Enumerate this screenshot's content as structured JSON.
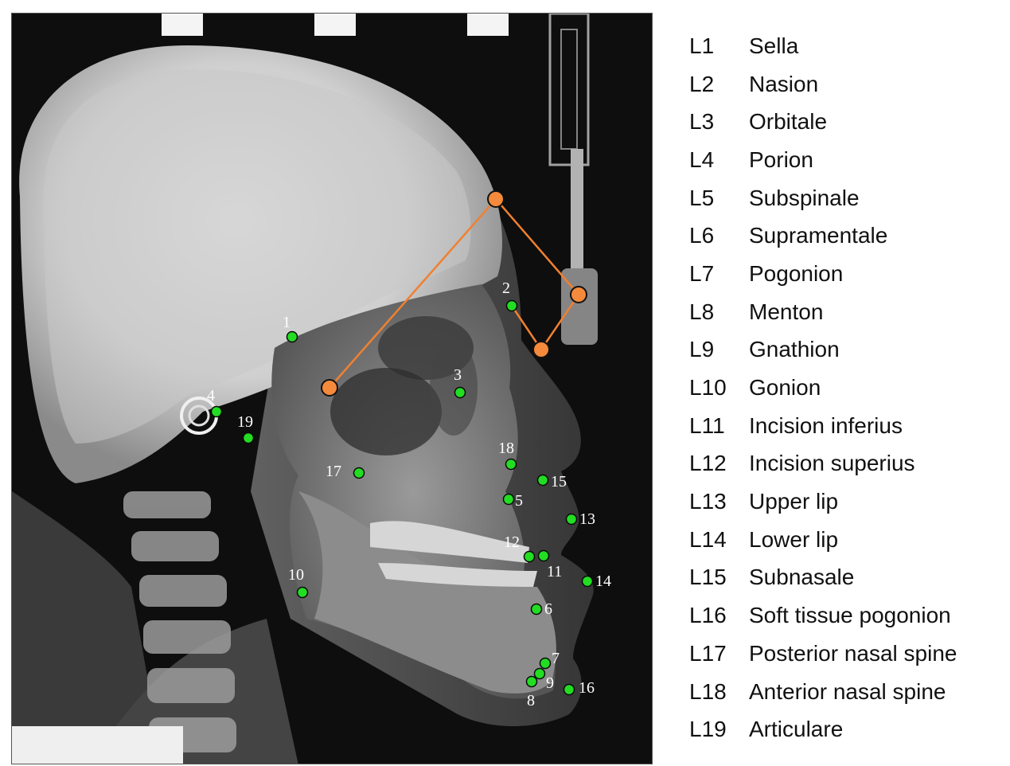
{
  "colors": {
    "landmark_marker": "#22dd22",
    "prediction_marker": "#f58a3c",
    "prediction_line": "#f08030",
    "label_text": "#ffffff",
    "background": "#0d0d0d"
  },
  "landmark_labels": [
    "1",
    "2",
    "3",
    "4",
    "5",
    "6",
    "7",
    "8",
    "9",
    "10",
    "11",
    "12",
    "13",
    "14",
    "15",
    "16",
    "17",
    "18",
    "19"
  ],
  "legend": [
    {
      "code": "L1",
      "name": "Sella"
    },
    {
      "code": "L2",
      "name": "Nasion"
    },
    {
      "code": "L3",
      "name": "Orbitale"
    },
    {
      "code": "L4",
      "name": "Porion"
    },
    {
      "code": "L5",
      "name": "Subspinale"
    },
    {
      "code": "L6",
      "name": "Supramentale"
    },
    {
      "code": "L7",
      "name": "Pogonion"
    },
    {
      "code": "L8",
      "name": "Menton"
    },
    {
      "code": "L9",
      "name": "Gnathion"
    },
    {
      "code": "L10",
      "name": "Gonion"
    },
    {
      "code": "L11",
      "name": "Incision inferius"
    },
    {
      "code": "L12",
      "name": "Incision superius"
    },
    {
      "code": "L13",
      "name": "Upper lip"
    },
    {
      "code": "L14",
      "name": "Lower lip"
    },
    {
      "code": "L15",
      "name": "Subnasale"
    },
    {
      "code": "L16",
      "name": "Soft tissue pogonion"
    },
    {
      "code": "L17",
      "name": "Posterior nasal spine"
    },
    {
      "code": "L18",
      "name": "Anterior nasal spine"
    },
    {
      "code": "L19",
      "name": "Articulare"
    }
  ]
}
